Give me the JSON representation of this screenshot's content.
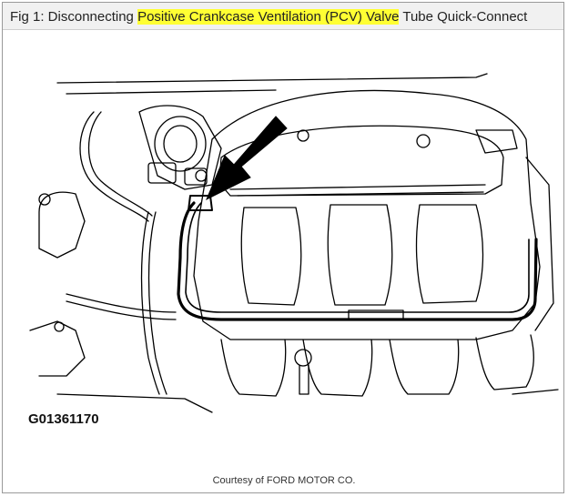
{
  "figure": {
    "title_prefix": "Fig 1: Disconnecting ",
    "title_highlight": "Positive Crankcase Ventilation (PCV) Valve",
    "title_suffix": " Tube Quick-Connect",
    "highlight_color": "#ffff33"
  },
  "diagram": {
    "code": "G01361170",
    "credit": "Courtesy of FORD MOTOR CO."
  },
  "icons": {
    "pointer": "arrow-pointer-icon"
  }
}
